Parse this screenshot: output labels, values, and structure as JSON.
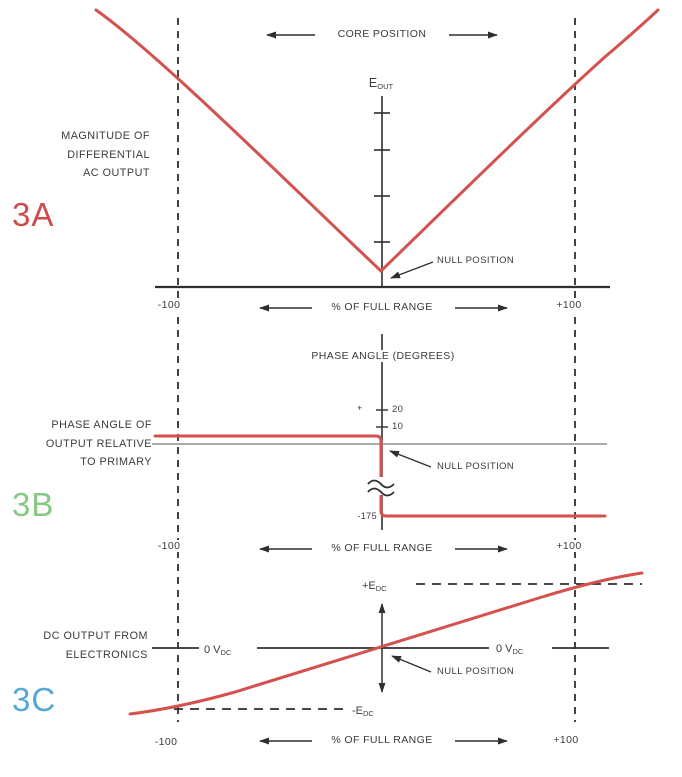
{
  "colors": {
    "curve_red": "#d3524e",
    "badge_3a": "#cf4a4a",
    "badge_3b": "#84c884",
    "badge_3c": "#55a7d9",
    "axis_dark": "#2f2f2f",
    "zero_line_gray": "#9f9f9f",
    "text": "#3b3b3b"
  },
  "charts": [
    {
      "badge": "3A",
      "side_label": [
        "MAGNITUDE OF",
        "DIFFERENTIAL",
        "AC OUTPUT"
      ],
      "core_position_label": "CORE POSITION",
      "y_label": {
        "base": "E",
        "sub": "OUT"
      },
      "null_label": "NULL POSITION",
      "x_range_label": "% OF FULL RANGE",
      "x_min": "-100",
      "x_max": "+100"
    },
    {
      "badge": "3B",
      "title": "PHASE ANGLE (DEGREES)",
      "side_label": [
        "PHASE ANGLE OF",
        "OUTPUT RELATIVE",
        "TO PRIMARY"
      ],
      "ticks": {
        "plus": "+",
        "t20": "20",
        "t10": "10",
        "tneg": "-175"
      },
      "null_label": "NULL POSITION",
      "x_range_label": "% OF FULL RANGE",
      "x_min": "-100",
      "x_max": "+100"
    },
    {
      "badge": "3C",
      "side_label": [
        "DC OUTPUT FROM",
        "ELECTRONICS"
      ],
      "y_pos_label": {
        "base": "+E",
        "sub": "DC"
      },
      "y_zero_left": {
        "base": "0 V",
        "sub": "DC"
      },
      "y_zero_right": {
        "base": "0 V",
        "sub": "DC"
      },
      "y_neg_label": {
        "base": "-E",
        "sub": "DC"
      },
      "null_label": "NULL POSITION",
      "x_range_label": "% OF FULL RANGE",
      "x_min": "-100",
      "x_max": "+100"
    }
  ],
  "chart_data": [
    {
      "type": "line",
      "panel": "3A",
      "title": "Magnitude of Differential AC Output vs Core Position",
      "xlabel": "% OF FULL RANGE",
      "ylabel": "E_OUT",
      "x_ticks": [
        -100,
        100
      ],
      "xlim": [
        -145,
        135
      ],
      "grid": false,
      "legend": "none",
      "series": [
        {
          "name": "E_OUT magnitude",
          "shape": "V-curve with minimum (null) at 0% of full range",
          "points_x_pct": [
            -145,
            -100,
            -50,
            0,
            50,
            100,
            135
          ],
          "points_y_relative": [
            1.4,
            1.05,
            0.5,
            0,
            0.5,
            1.0,
            1.35
          ]
        }
      ],
      "annotations": [
        "NULL POSITION arrow at V minimum",
        "CORE POSITION left/right arrows header"
      ]
    },
    {
      "type": "line",
      "panel": "3B",
      "title": "PHASE ANGLE (DEGREES)",
      "xlabel": "% OF FULL RANGE",
      "ylabel": "Phase angle of output relative to primary (degrees)",
      "x_ticks": [
        -100,
        100
      ],
      "y_ticks": [
        20,
        10,
        -175
      ],
      "y_axis_break": "wavy break between +10 and -175",
      "grid": false,
      "legend": "none",
      "series": [
        {
          "name": "phase angle",
          "shape": "step function at null position",
          "points_x_pct": [
            -115,
            0,
            0,
            115
          ],
          "points_y_deg": [
            5,
            5,
            -175,
            -175
          ]
        }
      ],
      "annotations": [
        "NULL POSITION arrow at step transition",
        "gray 0-degree reference line"
      ]
    },
    {
      "type": "line",
      "panel": "3C",
      "title": "DC Output from Electronics vs Core Position",
      "xlabel": "% OF FULL RANGE",
      "ylabel": "V_DC",
      "x_ticks": [
        -100,
        100
      ],
      "y_ref_levels": [
        "+E_DC",
        "0 V_DC",
        "-E_DC"
      ],
      "grid": false,
      "legend": "none",
      "series": [
        {
          "name": "DC output",
          "shape": "linear through null, saturating beyond ±100%",
          "points_x_pct": [
            -127,
            -100,
            0,
            100,
            130
          ],
          "points_y_EDC": [
            -1.05,
            -1.0,
            0,
            1.0,
            1.07
          ]
        }
      ],
      "annotations": [
        "NULL POSITION arrow at 0 V crossing",
        "+E_DC and -E_DC dashed reference levels"
      ]
    }
  ]
}
